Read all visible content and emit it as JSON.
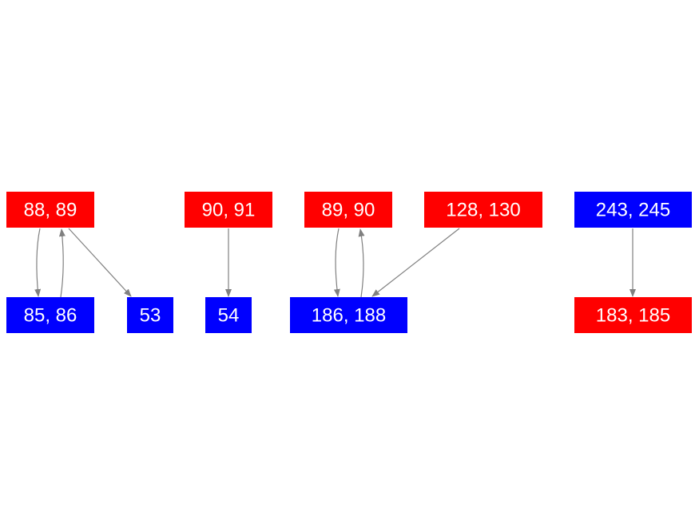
{
  "colors": {
    "red": "#ff0000",
    "blue": "#0000ff",
    "edge": "#808080"
  },
  "nodes": [
    {
      "id": "n8889",
      "label": "88, 89",
      "color": "red"
    },
    {
      "id": "n9091",
      "label": "90, 91",
      "color": "red"
    },
    {
      "id": "n8990",
      "label": "89, 90",
      "color": "red"
    },
    {
      "id": "n128130",
      "label": "128, 130",
      "color": "red"
    },
    {
      "id": "n243245",
      "label": "243, 245",
      "color": "blue"
    },
    {
      "id": "n8586",
      "label": "85, 86",
      "color": "blue"
    },
    {
      "id": "n53",
      "label": "53",
      "color": "blue"
    },
    {
      "id": "n54",
      "label": "54",
      "color": "blue"
    },
    {
      "id": "n186188",
      "label": "186, 188",
      "color": "blue"
    },
    {
      "id": "n183185",
      "label": "183, 185",
      "color": "red"
    }
  ],
  "edges": [
    {
      "from": "88, 89",
      "to": "85, 86"
    },
    {
      "from": "85, 86",
      "to": "88, 89"
    },
    {
      "from": "88, 89",
      "to": "53"
    },
    {
      "from": "90, 91",
      "to": "54"
    },
    {
      "from": "89, 90",
      "to": "186, 188"
    },
    {
      "from": "186, 188",
      "to": "89, 90"
    },
    {
      "from": "128, 130",
      "to": "186, 188"
    },
    {
      "from": "243, 245",
      "to": "183, 185"
    }
  ]
}
